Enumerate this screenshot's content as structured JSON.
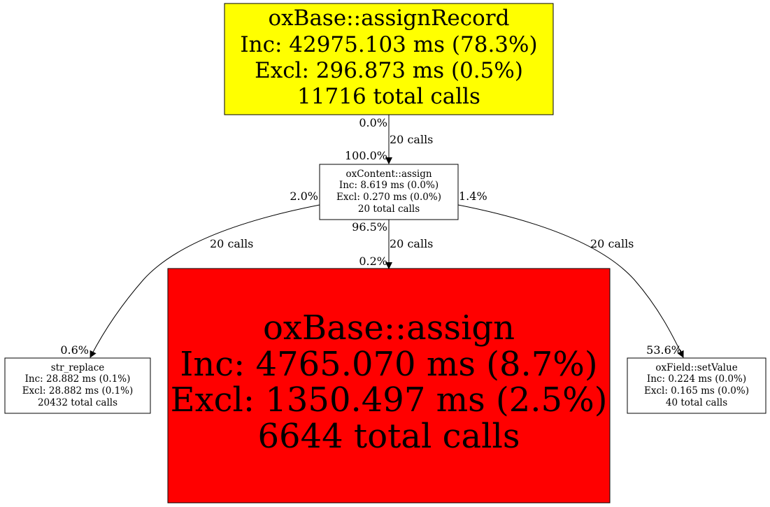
{
  "colors": {
    "top_node": "#ffff00",
    "main_node": "#ff0000",
    "default_node": "#ffffff",
    "edge": "#000000"
  },
  "nodes": {
    "assign_record": {
      "name": "oxBase::assignRecord",
      "inc": "Inc: 42975.103 ms (78.3%)",
      "excl": "Excl: 296.873 ms (0.5%)",
      "calls": "11716 total calls"
    },
    "content_assign": {
      "name": "oxContent::assign",
      "inc": "Inc: 8.619 ms (0.0%)",
      "excl": "Excl: 0.270 ms (0.0%)",
      "calls": "20 total calls"
    },
    "base_assign": {
      "name": "oxBase::assign",
      "inc": "Inc: 4765.070 ms (8.7%)",
      "excl": "Excl: 1350.497 ms (2.5%)",
      "calls": "6644 total calls"
    },
    "str_replace": {
      "name": "str_replace",
      "inc": "Inc: 28.882 ms (0.1%)",
      "excl": "Excl: 28.882 ms (0.1%)",
      "calls": "20432 total calls"
    },
    "set_value": {
      "name": "oxField::setValue",
      "inc": "Inc: 0.224 ms (0.0%)",
      "excl": "Excl: 0.165 ms (0.0%)",
      "calls": "40 total calls"
    }
  },
  "edges": {
    "record_to_content": {
      "tail": "0.0%",
      "calls": "20 calls",
      "head": "100.0%"
    },
    "content_to_base": {
      "tail": "96.5%",
      "calls": "20 calls",
      "head": "0.2%"
    },
    "content_to_str": {
      "tail": "2.0%",
      "calls": "20 calls",
      "head": "0.6%"
    },
    "content_to_field": {
      "tail": "1.4%",
      "calls": "20 calls",
      "head": "53.6%"
    }
  }
}
